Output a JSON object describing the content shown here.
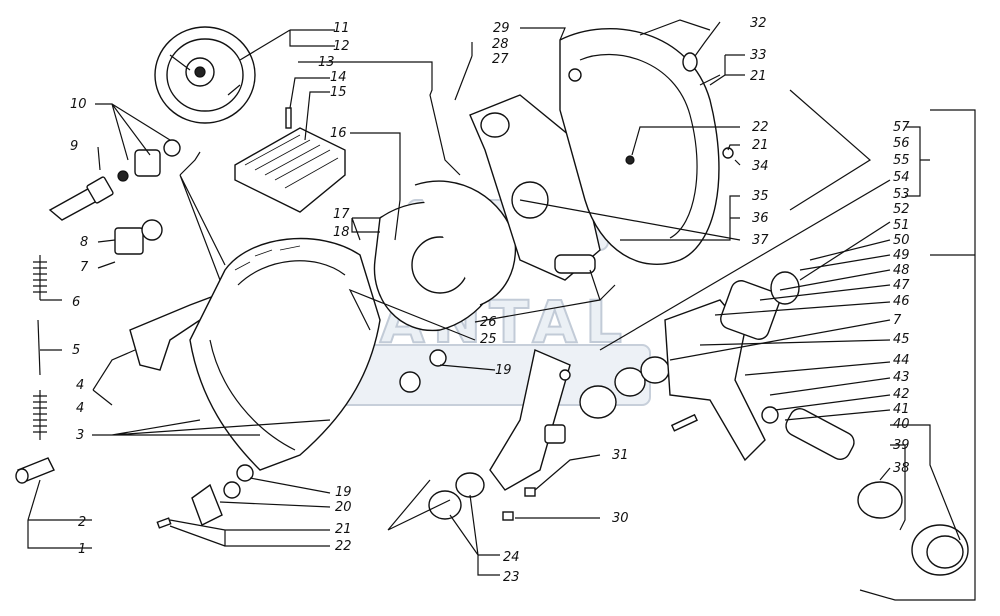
{
  "watermark": {
    "text": "SANTAL"
  },
  "labels": [
    {
      "id": "1",
      "text": "1"
    },
    {
      "id": "2",
      "text": "2"
    },
    {
      "id": "3",
      "text": "3"
    },
    {
      "id": "4a",
      "text": "4"
    },
    {
      "id": "4b",
      "text": "4"
    },
    {
      "id": "5",
      "text": "5"
    },
    {
      "id": "6",
      "text": "6"
    },
    {
      "id": "7",
      "text": "7"
    },
    {
      "id": "8",
      "text": "8"
    },
    {
      "id": "9",
      "text": "9"
    },
    {
      "id": "10",
      "text": "10"
    },
    {
      "id": "11",
      "text": "11"
    },
    {
      "id": "12",
      "text": "12"
    },
    {
      "id": "13",
      "text": "13"
    },
    {
      "id": "14",
      "text": "14"
    },
    {
      "id": "15",
      "text": "15"
    },
    {
      "id": "16",
      "text": "16"
    },
    {
      "id": "17",
      "text": "17"
    },
    {
      "id": "18",
      "text": "18"
    },
    {
      "id": "19a",
      "text": "19"
    },
    {
      "id": "19b",
      "text": "19"
    },
    {
      "id": "20",
      "text": "20"
    },
    {
      "id": "21a",
      "text": "21"
    },
    {
      "id": "21b",
      "text": "21"
    },
    {
      "id": "21c",
      "text": "21"
    },
    {
      "id": "22a",
      "text": "22"
    },
    {
      "id": "22b",
      "text": "22"
    },
    {
      "id": "23",
      "text": "23"
    },
    {
      "id": "24",
      "text": "24"
    },
    {
      "id": "25",
      "text": "25"
    },
    {
      "id": "26",
      "text": "26"
    },
    {
      "id": "27",
      "text": "27"
    },
    {
      "id": "28",
      "text": "28"
    },
    {
      "id": "29",
      "text": "29"
    },
    {
      "id": "30",
      "text": "30"
    },
    {
      "id": "31",
      "text": "31"
    },
    {
      "id": "32",
      "text": "32"
    },
    {
      "id": "33",
      "text": "33"
    },
    {
      "id": "34",
      "text": "34"
    },
    {
      "id": "35",
      "text": "35"
    },
    {
      "id": "36",
      "text": "36"
    },
    {
      "id": "37",
      "text": "37"
    },
    {
      "id": "38",
      "text": "38"
    },
    {
      "id": "39",
      "text": "39"
    },
    {
      "id": "40",
      "text": "40"
    },
    {
      "id": "41",
      "text": "41"
    },
    {
      "id": "42",
      "text": "42"
    },
    {
      "id": "43",
      "text": "43"
    },
    {
      "id": "44",
      "text": "44"
    },
    {
      "id": "45",
      "text": "45"
    },
    {
      "id": "7b",
      "text": "7"
    },
    {
      "id": "46",
      "text": "46"
    },
    {
      "id": "47",
      "text": "47"
    },
    {
      "id": "48",
      "text": "48"
    },
    {
      "id": "49",
      "text": "49"
    },
    {
      "id": "50",
      "text": "50"
    },
    {
      "id": "51",
      "text": "51"
    },
    {
      "id": "52",
      "text": "52"
    },
    {
      "id": "53",
      "text": "53"
    },
    {
      "id": "54",
      "text": "54"
    },
    {
      "id": "55",
      "text": "55"
    },
    {
      "id": "56",
      "text": "56"
    },
    {
      "id": "57",
      "text": "57"
    }
  ]
}
